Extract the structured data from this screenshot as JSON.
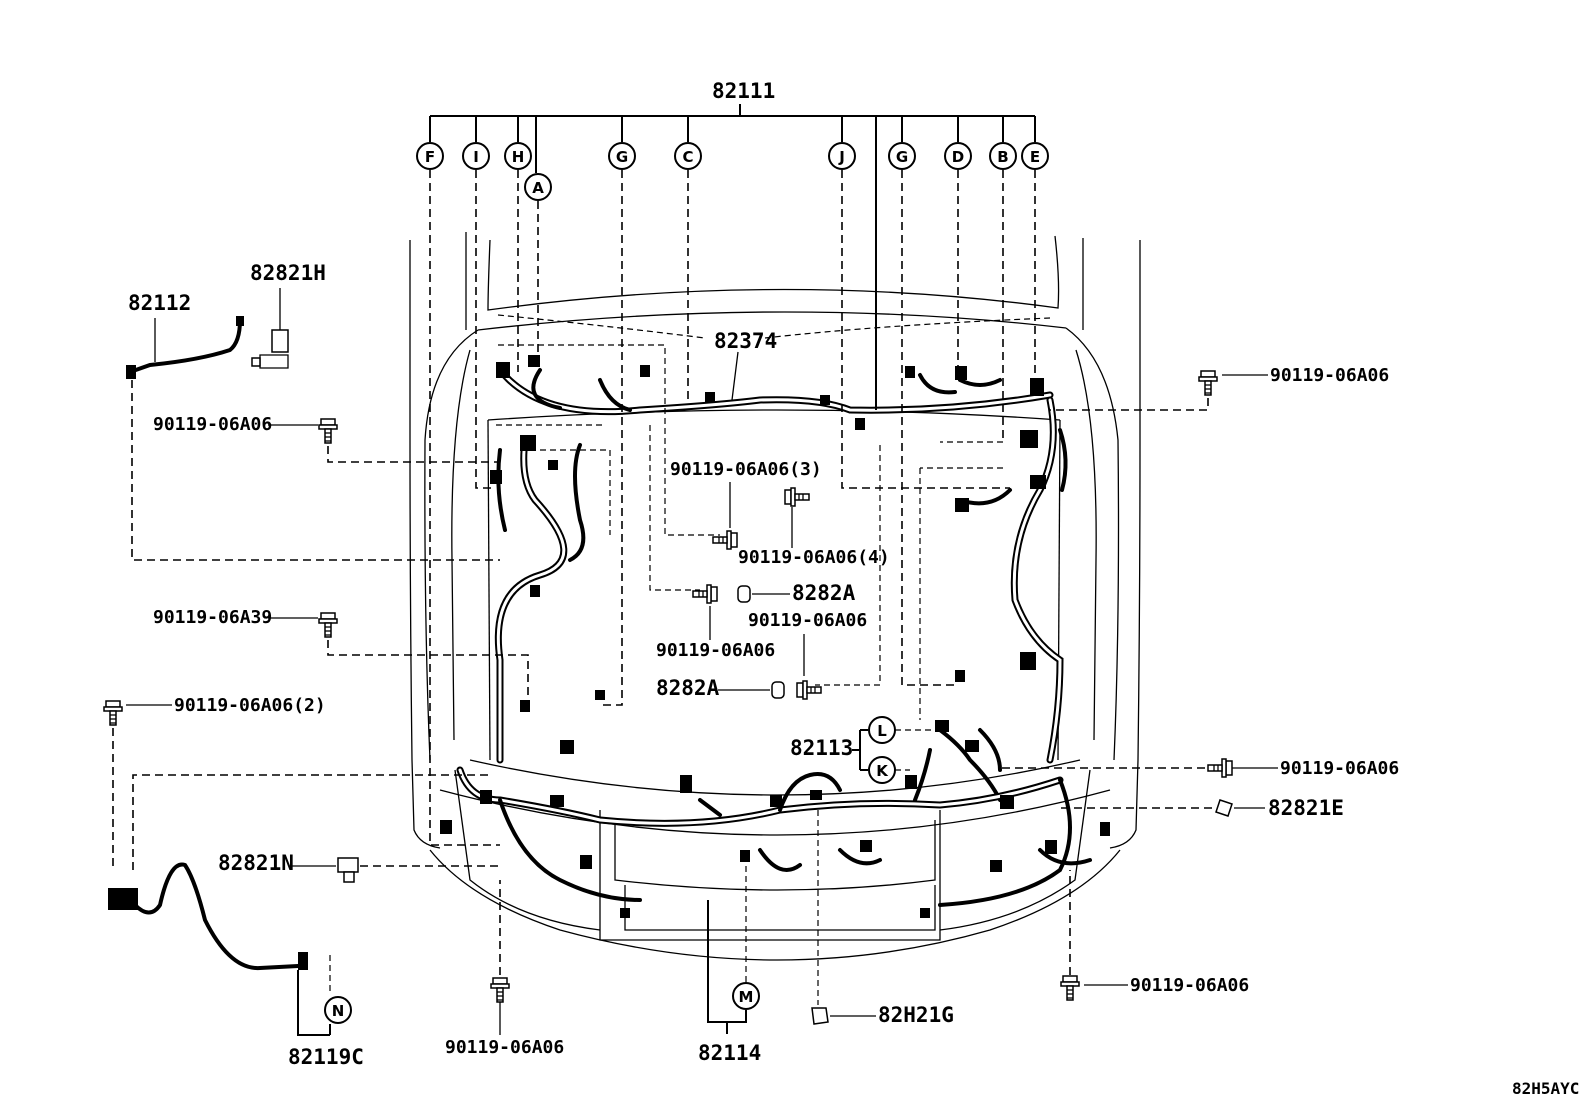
{
  "diagram": {
    "main_harness": "82111",
    "callouts": {
      "p82112": "82112",
      "p82821H": "82821H",
      "p82374": "82374",
      "p82113": "82113",
      "p82114": "82114",
      "p82119C": "82119C",
      "p82821N": "82821N",
      "p82821E": "82821E",
      "p82H21G": "82H21G",
      "p8282A_1": "8282A",
      "p8282A_2": "8282A",
      "bolt_tr": "90119-06A06",
      "bolt_l1": "90119-06A06",
      "bolt_c3": "90119-06A06(3)",
      "bolt_c4": "90119-06A06(4)",
      "bolt_l39": "90119-06A39",
      "bolt_c_mid1": "90119-06A06",
      "bolt_c_mid2": "90119-06A06",
      "bolt_l2": "90119-06A06(2)",
      "bolt_r_mid": "90119-06A06",
      "bolt_b_left": "90119-06A06",
      "bolt_b_right": "90119-06A06"
    },
    "connector_letters": {
      "F": "F",
      "I": "I",
      "H": "H",
      "A": "A",
      "G1": "G",
      "C": "C",
      "J": "J",
      "G2": "G",
      "D": "D",
      "B": "B",
      "E": "E",
      "L": "L",
      "K": "K",
      "M": "M",
      "N": "N"
    },
    "figure_code": "82H5AYC"
  }
}
